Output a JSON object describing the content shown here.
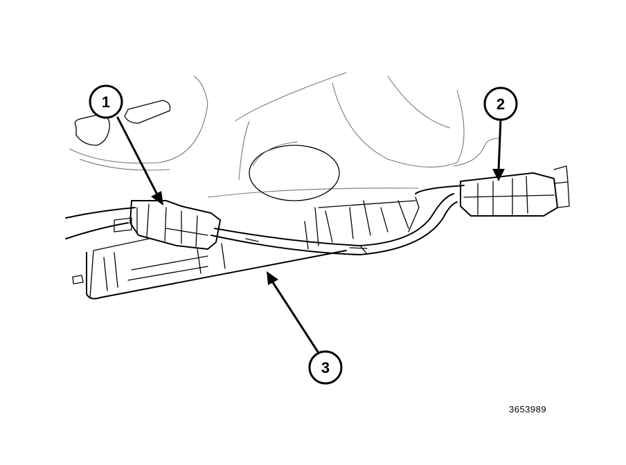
{
  "callouts": [
    {
      "id": "1",
      "label": "1"
    },
    {
      "id": "2",
      "label": "2"
    },
    {
      "id": "3",
      "label": "3"
    }
  ],
  "figure_id": "3653989"
}
